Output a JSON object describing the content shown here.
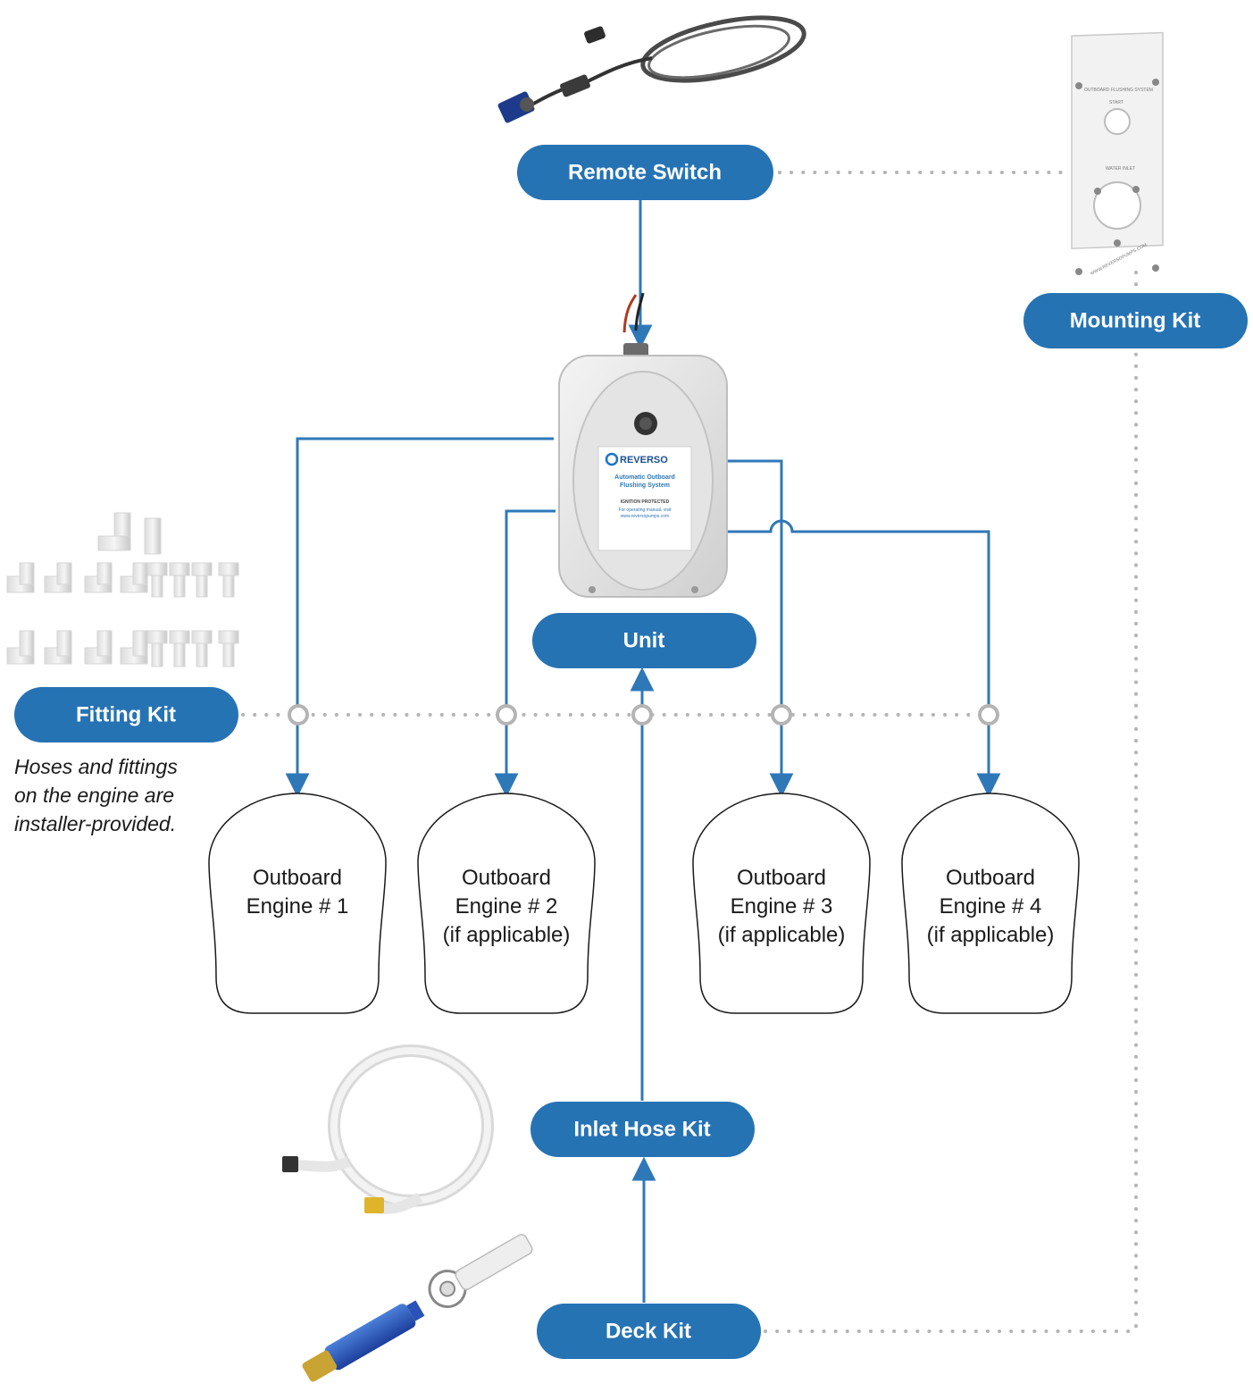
{
  "colors": {
    "accent": "#2673b4",
    "connector": "#2f78b8",
    "dotted": "#b4b4b4",
    "engine_outline": "#1a1a1a"
  },
  "components": {
    "remote_switch": "Remote Switch",
    "mounting_kit": "Mounting Kit",
    "unit": "Unit",
    "fitting_kit": "Fitting Kit",
    "inlet_hose_kit": "Inlet Hose Kit",
    "deck_kit": "Deck Kit"
  },
  "fitting_note": [
    "Hoses and fittings",
    "on the engine are",
    "installer-provided."
  ],
  "engines": [
    {
      "lines": [
        "Outboard",
        "Engine # 1"
      ]
    },
    {
      "lines": [
        "Outboard",
        "Engine # 2",
        "(if applicable)"
      ]
    },
    {
      "lines": [
        "Outboard",
        "Engine # 3",
        "(if applicable)"
      ]
    },
    {
      "lines": [
        "Outboard",
        "Engine # 4",
        "(if applicable)"
      ]
    }
  ],
  "images": {
    "remote_switch": "remote-switch-cable-photo",
    "mounting_plate": "mounting-plate-photo",
    "unit": "flushing-unit-photo",
    "fittings": "fittings-photo",
    "inlet_hose": "inlet-hose-photo",
    "deck_kit": "deck-kit-photo"
  },
  "unit_label": {
    "brand": "REVERSO",
    "lines": [
      "Automatic Outboard",
      "Flushing System"
    ],
    "small": [
      "IGNITION PROTECTED",
      "For operating manual, visit",
      "www.reversopumps.com"
    ]
  },
  "mounting_plate_text": {
    "header": "OUTBOARD FLUSHING SYSTEM",
    "start": "START",
    "water_inlet": "WATER INLET",
    "web": "WWW.REVERSOPUMPS.COM"
  }
}
